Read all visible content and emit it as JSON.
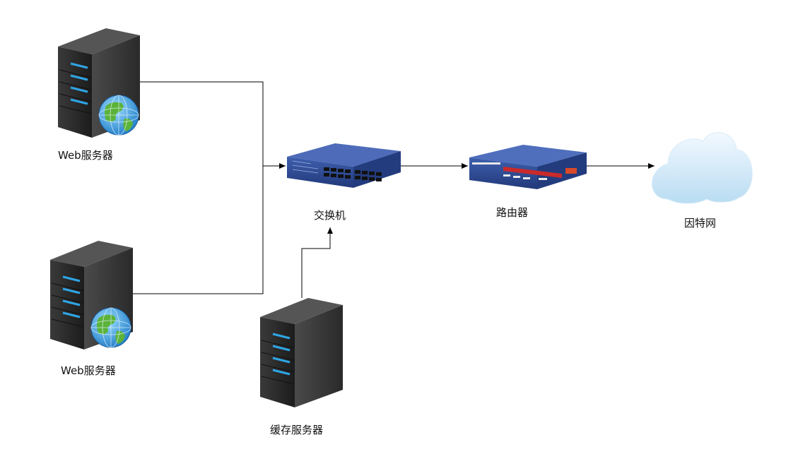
{
  "nodes": {
    "web_server_1": {
      "label": "Web服务器",
      "icon": "web-server-icon"
    },
    "web_server_2": {
      "label": "Web服务器",
      "icon": "web-server-icon"
    },
    "cache_server": {
      "label": "缓存服务器",
      "icon": "server-icon"
    },
    "switch": {
      "label": "交换机",
      "icon": "switch-icon"
    },
    "router": {
      "label": "路由器",
      "icon": "router-icon"
    },
    "internet": {
      "label": "因特网",
      "icon": "cloud-icon"
    }
  },
  "edges": [
    {
      "from": "web_server_1",
      "to": "switch"
    },
    {
      "from": "web_server_2",
      "to": "switch"
    },
    {
      "from": "cache_server",
      "to": "switch"
    },
    {
      "from": "switch",
      "to": "router"
    },
    {
      "from": "router",
      "to": "internet"
    }
  ],
  "colors": {
    "server_body": "#2b2b2b",
    "server_led": "#2fa6e6",
    "switch_body": "#2f4d95",
    "router_body": "#2d4e99",
    "cloud": "#cfe6f6",
    "line": "#000000"
  }
}
